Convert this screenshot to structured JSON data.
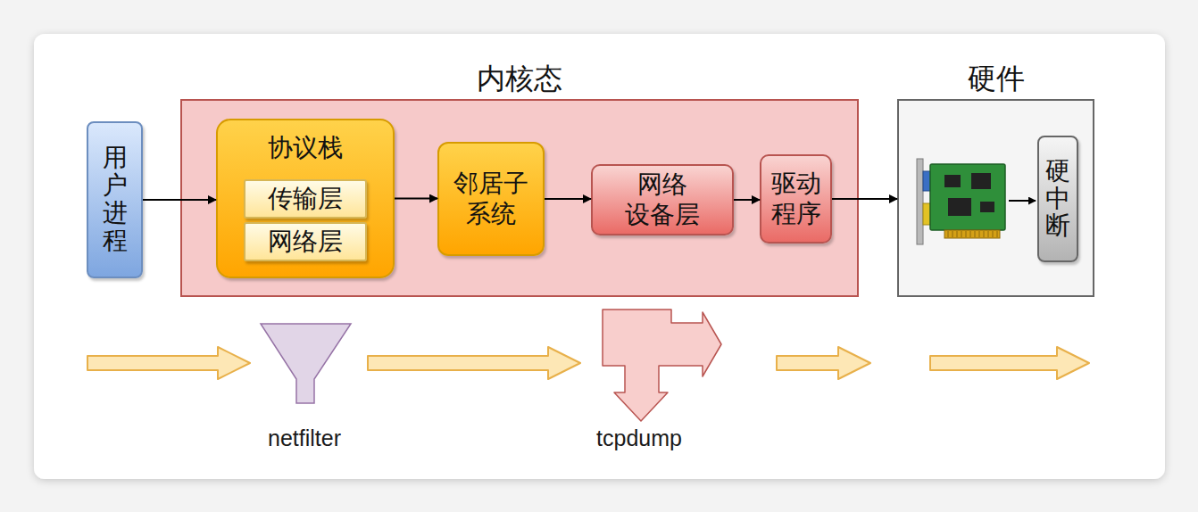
{
  "diagram": {
    "nodes": [
      {
        "text": [
          "用户进程"
        ]
      },
      {
        "text": [
          "内核态"
        ]
      },
      {
        "text": [
          "协议栈"
        ],
        "in": 1
      },
      {
        "text": [
          "传输层"
        ],
        "in": 2
      },
      {
        "text": [
          "网络层"
        ],
        "in": 2
      },
      {
        "text": [
          "邻居子 系统"
        ],
        "in": 1
      },
      {
        "text": [
          "网络 设备层"
        ],
        "in": 1
      },
      {
        "text": [
          "驱动 程序"
        ],
        "in": 1
      },
      {
        "text": [
          "硬件"
        ]
      },
      {
        "text": [
          "硬中断"
        ],
        "in": 8
      }
    ],
    "edges": [
      {
        "from": 0,
        "to": 2,
        "arrow": "to"
      },
      {
        "from": 2,
        "to": 5,
        "arrow": "to"
      },
      {
        "from": 5,
        "to": 6,
        "arrow": "to"
      },
      {
        "from": 6,
        "to": 7,
        "arrow": "to"
      },
      {
        "from": 7,
        "to": 8,
        "arrow": "to"
      }
    ],
    "labels": [
      "netfilter",
      "tcpdump"
    ]
  }
}
